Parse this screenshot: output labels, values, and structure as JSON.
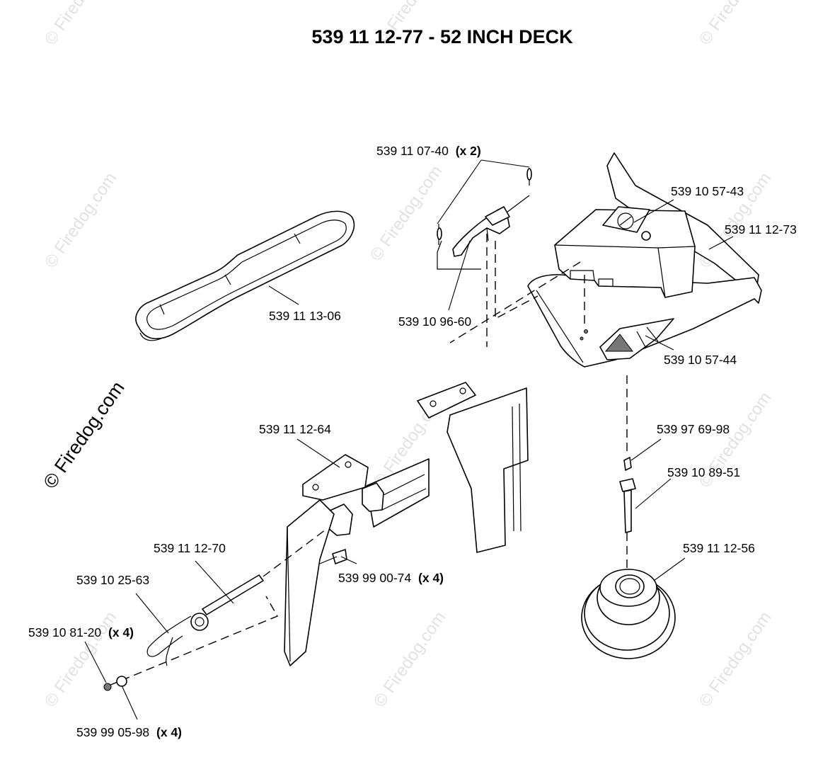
{
  "title": "539 11 12-77 - 52 INCH DECK",
  "watermark": {
    "main_text": "© Firedog.com",
    "tile_text": "© Firedog.com",
    "tile_color": "#e2e2e2"
  },
  "callouts": {
    "c01": {
      "number": "539 11 07-40",
      "qty": "(x 2)"
    },
    "c02": {
      "number": "539 10 57-43",
      "qty": ""
    },
    "c03": {
      "number": "539 11 12-73",
      "qty": ""
    },
    "c04": {
      "number": "539 11 13-06",
      "qty": ""
    },
    "c05": {
      "number": "539 10 96-60",
      "qty": ""
    },
    "c06": {
      "number": "539 10 57-44",
      "qty": ""
    },
    "c07": {
      "number": "539 11 12-64",
      "qty": ""
    },
    "c08": {
      "number": "539 97 69-98",
      "qty": ""
    },
    "c09": {
      "number": "539 10 89-51",
      "qty": ""
    },
    "c10": {
      "number": "539 11 12-70",
      "qty": ""
    },
    "c11": {
      "number": "539 11 12-56",
      "qty": ""
    },
    "c12": {
      "number": "539 10 25-63",
      "qty": ""
    },
    "c13": {
      "number": "539 99 00-74",
      "qty": "(x 4)"
    },
    "c14": {
      "number": "539 10 81-20",
      "qty": "(x 4)"
    },
    "c15": {
      "number": "539 99 05-98",
      "qty": "(x 4)"
    }
  }
}
